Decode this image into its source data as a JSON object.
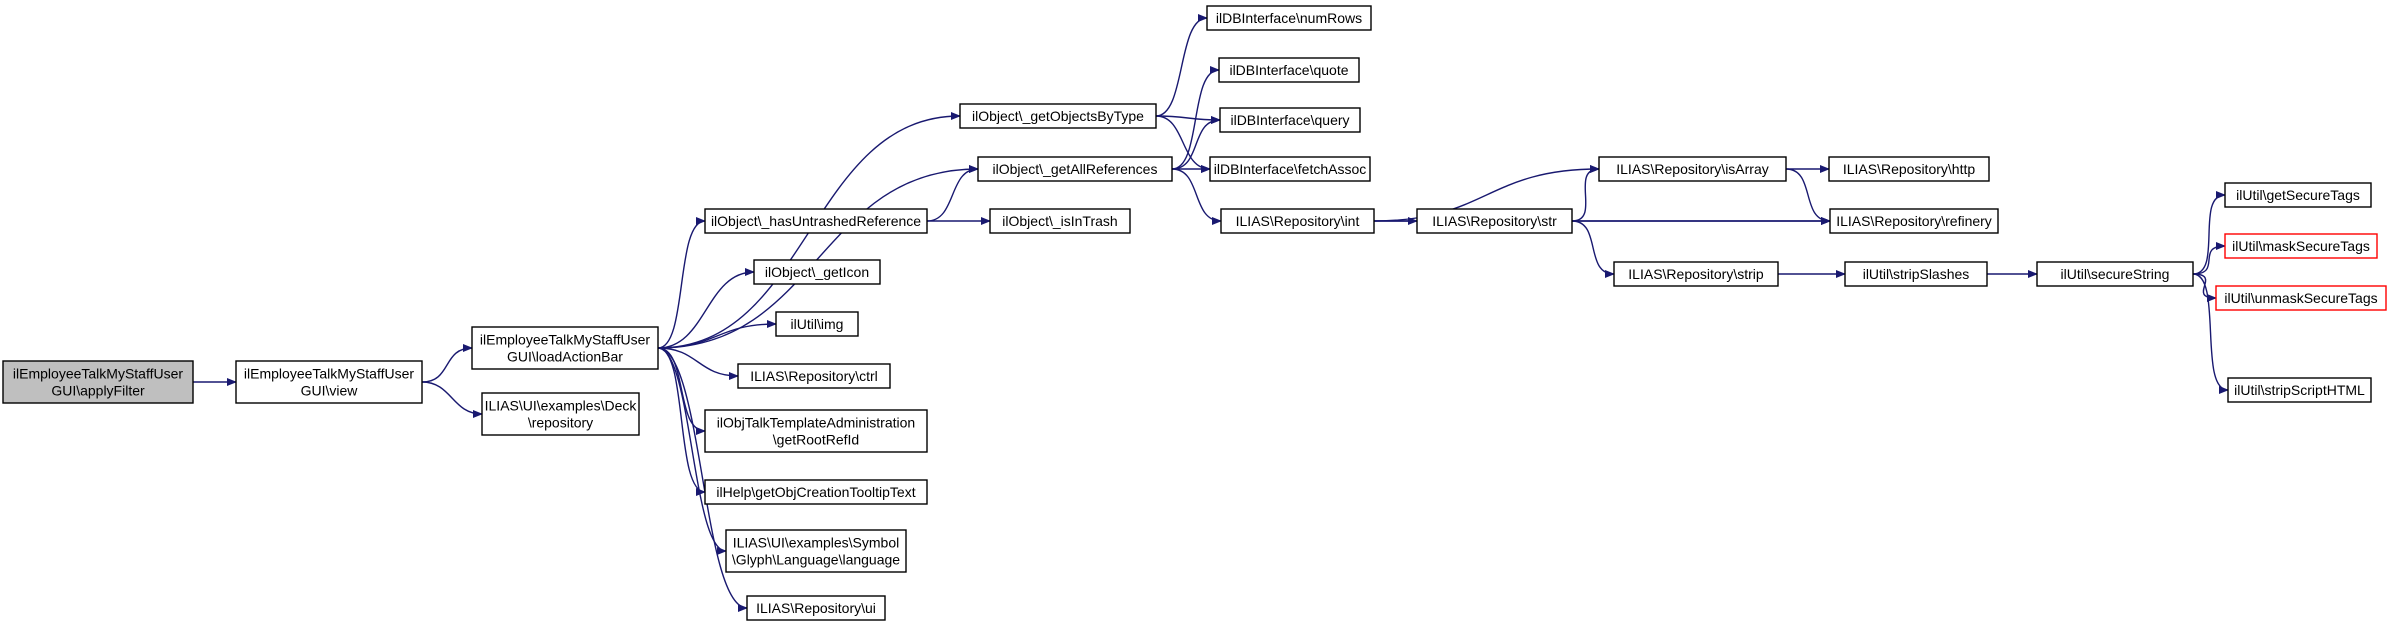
{
  "colors": {
    "edge": "#191970",
    "node_border": "#000000",
    "node_fill": "#ffffff",
    "root_fill": "#bfbfbf",
    "truncated_border": "#ff0000"
  },
  "nodes": [
    {
      "id": "n_applyFilter",
      "lines": [
        "ilEmployeeTalkMyStaffUser",
        "GUI\\applyFilter"
      ],
      "style": "root"
    },
    {
      "id": "n_view",
      "lines": [
        "ilEmployeeTalkMyStaffUser",
        "GUI\\view"
      ],
      "style": "normal"
    },
    {
      "id": "n_deckRepo",
      "lines": [
        "ILIAS\\UI\\examples\\Deck",
        "\\repository"
      ],
      "style": "normal"
    },
    {
      "id": "n_loadActionBar",
      "lines": [
        "ilEmployeeTalkMyStaffUser",
        "GUI\\loadActionBar"
      ],
      "style": "normal"
    },
    {
      "id": "n_getObjectsByType",
      "lines": [
        "ilObject\\_getObjectsByType"
      ],
      "style": "normal"
    },
    {
      "id": "n_getAllReferences",
      "lines": [
        "ilObject\\_getAllReferences"
      ],
      "style": "normal"
    },
    {
      "id": "n_hasUntrashed",
      "lines": [
        "ilObject\\_hasUntrashedReference"
      ],
      "style": "normal"
    },
    {
      "id": "n_getIcon",
      "lines": [
        "ilObject\\_getIcon"
      ],
      "style": "normal"
    },
    {
      "id": "n_img",
      "lines": [
        "ilUtil\\img"
      ],
      "style": "normal"
    },
    {
      "id": "n_ctrl",
      "lines": [
        "ILIAS\\Repository\\ctrl"
      ],
      "style": "normal"
    },
    {
      "id": "n_getRootRefId",
      "lines": [
        "ilObjTalkTemplateAdministration",
        "\\getRootRefId"
      ],
      "style": "normal"
    },
    {
      "id": "n_tooltip",
      "lines": [
        "ilHelp\\getObjCreationTooltipText"
      ],
      "style": "normal"
    },
    {
      "id": "n_language",
      "lines": [
        "ILIAS\\UI\\examples\\Symbol",
        "\\Glyph\\Language\\language"
      ],
      "style": "normal"
    },
    {
      "id": "n_ui",
      "lines": [
        "ILIAS\\Repository\\ui"
      ],
      "style": "normal"
    },
    {
      "id": "n_numRows",
      "lines": [
        "ilDBInterface\\numRows"
      ],
      "style": "normal"
    },
    {
      "id": "n_quote",
      "lines": [
        "ilDBInterface\\quote"
      ],
      "style": "normal"
    },
    {
      "id": "n_query",
      "lines": [
        "ilDBInterface\\query"
      ],
      "style": "normal"
    },
    {
      "id": "n_fetchAssoc",
      "lines": [
        "ilDBInterface\\fetchAssoc"
      ],
      "style": "normal"
    },
    {
      "id": "n_isInTrash",
      "lines": [
        "ilObject\\_isInTrash"
      ],
      "style": "normal"
    },
    {
      "id": "n_int",
      "lines": [
        "ILIAS\\Repository\\int"
      ],
      "style": "normal"
    },
    {
      "id": "n_str",
      "lines": [
        "ILIAS\\Repository\\str"
      ],
      "style": "normal"
    },
    {
      "id": "n_strip",
      "lines": [
        "ILIAS\\Repository\\strip"
      ],
      "style": "normal"
    },
    {
      "id": "n_isArray",
      "lines": [
        "ILIAS\\Repository\\isArray"
      ],
      "style": "normal"
    },
    {
      "id": "n_http",
      "lines": [
        "ILIAS\\Repository\\http"
      ],
      "style": "normal"
    },
    {
      "id": "n_refinery",
      "lines": [
        "ILIAS\\Repository\\refinery"
      ],
      "style": "normal"
    },
    {
      "id": "n_stripSlashes",
      "lines": [
        "ilUtil\\stripSlashes"
      ],
      "style": "normal"
    },
    {
      "id": "n_secureString",
      "lines": [
        "ilUtil\\secureString"
      ],
      "style": "normal"
    },
    {
      "id": "n_getSecureTags",
      "lines": [
        "ilUtil\\getSecureTags"
      ],
      "style": "normal"
    },
    {
      "id": "n_maskSecureTags",
      "lines": [
        "ilUtil\\maskSecureTags"
      ],
      "style": "truncated"
    },
    {
      "id": "n_unmaskSecureTags",
      "lines": [
        "ilUtil\\unmaskSecureTags"
      ],
      "style": "truncated"
    },
    {
      "id": "n_stripScriptHTML",
      "lines": [
        "ilUtil\\stripScriptHTML"
      ],
      "style": "normal"
    }
  ],
  "edges": [
    [
      "n_applyFilter",
      "n_view"
    ],
    [
      "n_view",
      "n_loadActionBar"
    ],
    [
      "n_view",
      "n_deckRepo"
    ],
    [
      "n_loadActionBar",
      "n_getObjectsByType"
    ],
    [
      "n_loadActionBar",
      "n_getAllReferences"
    ],
    [
      "n_loadActionBar",
      "n_hasUntrashed"
    ],
    [
      "n_loadActionBar",
      "n_getIcon"
    ],
    [
      "n_loadActionBar",
      "n_img"
    ],
    [
      "n_loadActionBar",
      "n_ctrl"
    ],
    [
      "n_loadActionBar",
      "n_getRootRefId"
    ],
    [
      "n_loadActionBar",
      "n_tooltip"
    ],
    [
      "n_loadActionBar",
      "n_language"
    ],
    [
      "n_loadActionBar",
      "n_ui"
    ],
    [
      "n_getObjectsByType",
      "n_numRows"
    ],
    [
      "n_getObjectsByType",
      "n_query"
    ],
    [
      "n_getObjectsByType",
      "n_fetchAssoc"
    ],
    [
      "n_getAllReferences",
      "n_quote"
    ],
    [
      "n_getAllReferences",
      "n_query"
    ],
    [
      "n_getAllReferences",
      "n_fetchAssoc"
    ],
    [
      "n_getAllReferences",
      "n_int"
    ],
    [
      "n_hasUntrashed",
      "n_getAllReferences"
    ],
    [
      "n_hasUntrashed",
      "n_isInTrash"
    ],
    [
      "n_int",
      "n_str"
    ],
    [
      "n_int",
      "n_isArray"
    ],
    [
      "n_int",
      "n_refinery"
    ],
    [
      "n_str",
      "n_isArray"
    ],
    [
      "n_str",
      "n_refinery"
    ],
    [
      "n_str",
      "n_strip"
    ],
    [
      "n_strip",
      "n_stripSlashes"
    ],
    [
      "n_isArray",
      "n_http"
    ],
    [
      "n_isArray",
      "n_refinery"
    ],
    [
      "n_stripSlashes",
      "n_secureString"
    ],
    [
      "n_secureString",
      "n_getSecureTags"
    ],
    [
      "n_secureString",
      "n_maskSecureTags"
    ],
    [
      "n_secureString",
      "n_unmaskSecureTags"
    ],
    [
      "n_secureString",
      "n_stripScriptHTML"
    ]
  ]
}
